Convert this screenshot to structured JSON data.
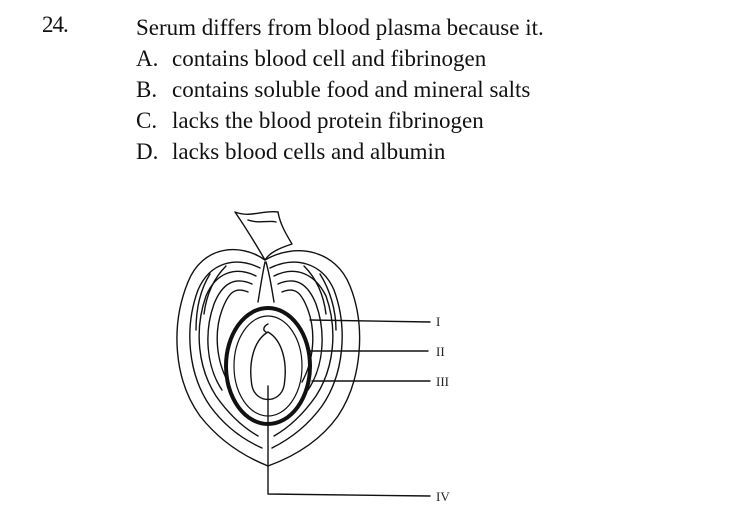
{
  "question": {
    "number": "24.",
    "stem": "Serum differs from blood plasma because it.",
    "options": [
      {
        "letter": "A.",
        "text": "contains blood cell and fibrinogen"
      },
      {
        "letter": "B.",
        "text": "contains soluble food and mineral salts"
      },
      {
        "letter": "C.",
        "text": "lacks the blood protein fibrinogen"
      },
      {
        "letter": "D.",
        "text": "lacks blood cells and albumin"
      }
    ]
  },
  "figure": {
    "labels": [
      "I",
      "II",
      "III",
      "IV"
    ]
  }
}
